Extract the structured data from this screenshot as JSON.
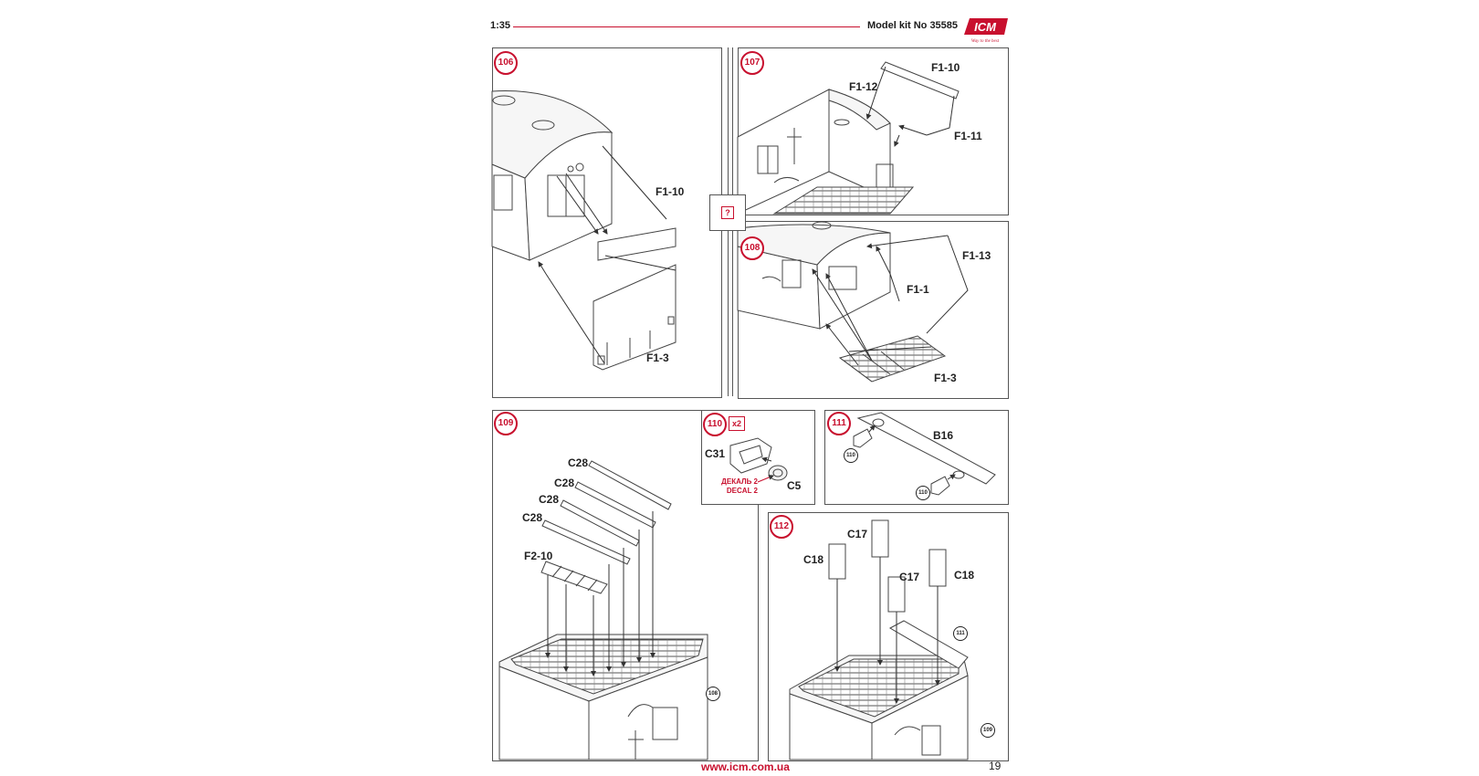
{
  "header": {
    "scale": "1:35",
    "kit": "Model kit No 35585"
  },
  "logo": {
    "text": "ICM",
    "tagline": "Way to the best"
  },
  "colors": {
    "accent": "#c8102e",
    "line": "#555555"
  },
  "steps": {
    "s106": {
      "number": "106",
      "labels": [
        "F1-10",
        "F1-3"
      ]
    },
    "s107": {
      "number": "107",
      "labels": [
        "F1-10",
        "F1-12",
        "F1-11"
      ]
    },
    "s108": {
      "number": "108",
      "labels": [
        "F1-13",
        "F1-1",
        "F1-3"
      ]
    },
    "s109": {
      "number": "109",
      "labels": [
        "C28",
        "C28",
        "C28",
        "C28",
        "F2-10"
      ],
      "ref": "108"
    },
    "s110": {
      "number": "110",
      "multiplier": "x2",
      "labels": [
        "C31",
        "C5"
      ],
      "decal_ru": "ДЕКАЛЬ 2",
      "decal_en": "DECAL 2"
    },
    "s111": {
      "number": "111",
      "labels": [
        "B16"
      ],
      "refs": [
        "110",
        "110"
      ]
    },
    "s112": {
      "number": "112",
      "labels": [
        "C17",
        "C18",
        "C17",
        "C18"
      ],
      "refs": [
        "111",
        "109"
      ]
    }
  },
  "optional_mark": "?",
  "footer": {
    "url": "www.icm.com.ua",
    "page": "19"
  }
}
